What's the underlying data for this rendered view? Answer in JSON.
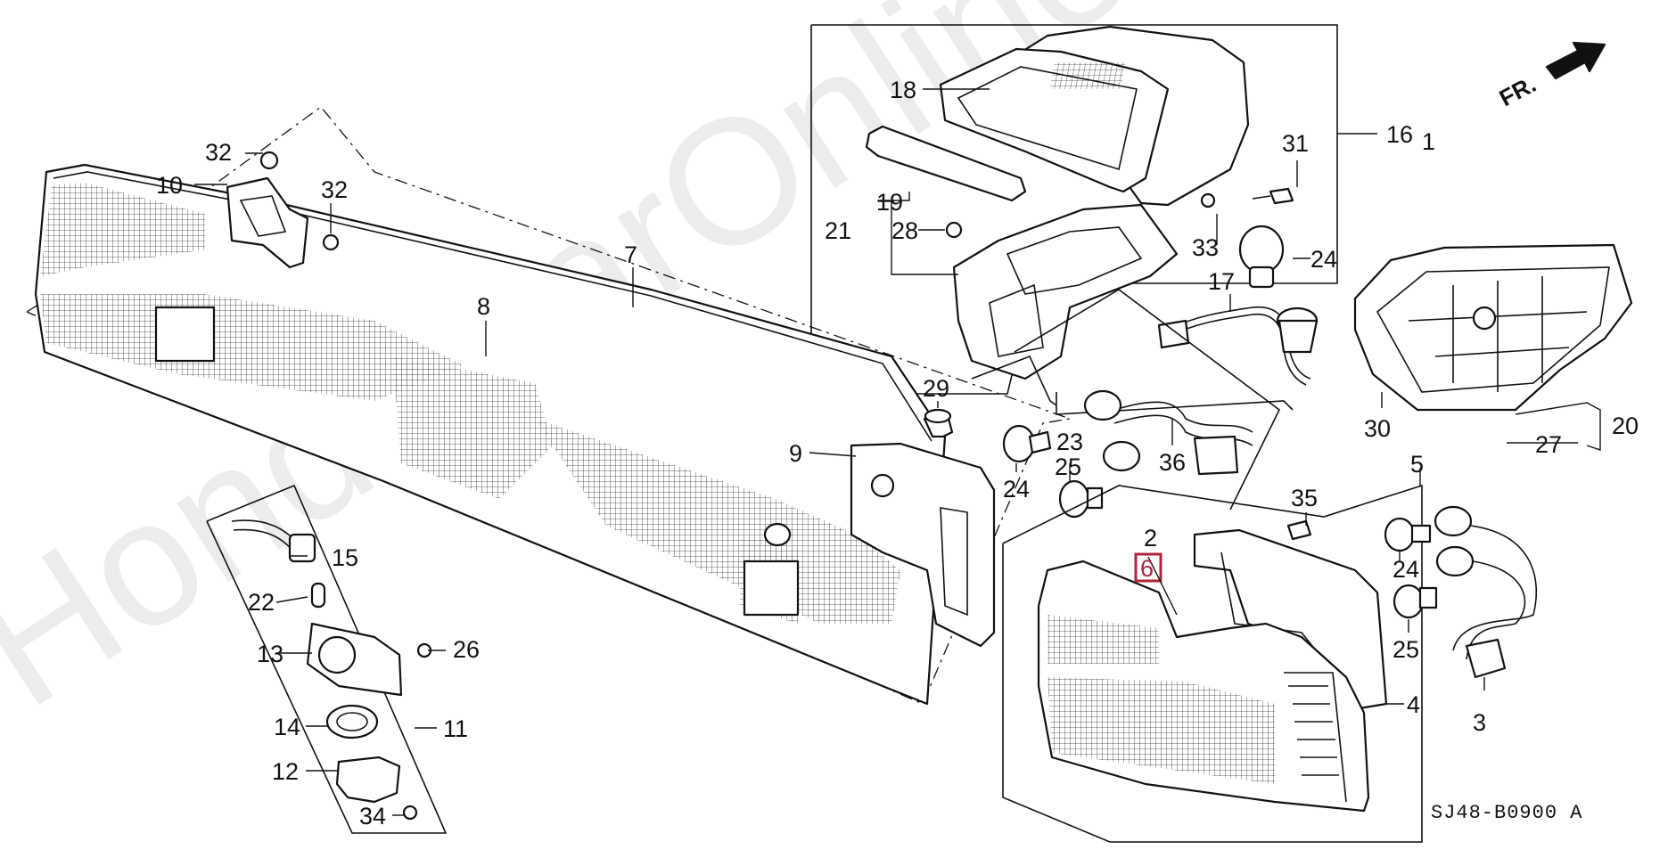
{
  "diagram": {
    "watermark": "HondaCarOnline.ru",
    "orientation_label": "FR.",
    "drawing_code": "SJ48-B0900 A",
    "highlight_color": "#b0243a",
    "highlighted_label": "6",
    "labels": [
      "1",
      "2",
      "3",
      "4",
      "5",
      "6",
      "7",
      "8",
      "9",
      "10",
      "11",
      "12",
      "13",
      "14",
      "15",
      "16",
      "17",
      "18",
      "19",
      "20",
      "21",
      "22",
      "23",
      "24",
      "24",
      "24",
      "25",
      "25",
      "26",
      "27",
      "28",
      "29",
      "30",
      "31",
      "32",
      "32",
      "33",
      "34",
      "35",
      "36"
    ]
  }
}
